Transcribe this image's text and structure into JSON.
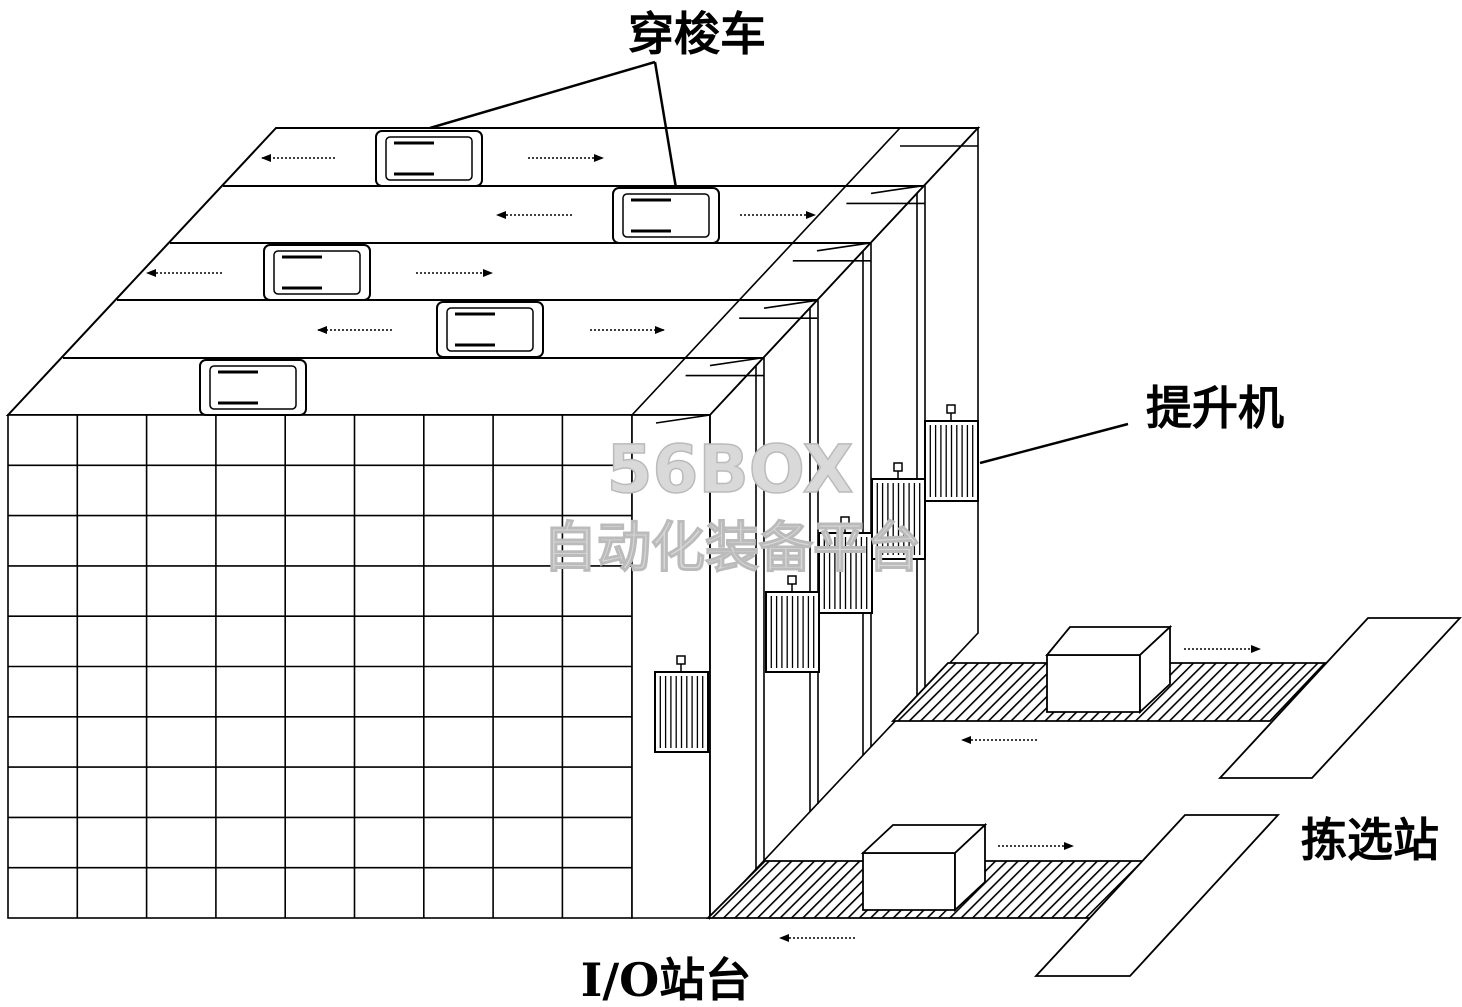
{
  "labels": {
    "shuttle": "穿梭车",
    "lift": "提升机",
    "picking_station": "拣选站",
    "io_station": "I/O站台"
  },
  "watermark": {
    "line1": "56BOX",
    "line2": "自动化装备平台"
  },
  "colors": {
    "line": "#000000",
    "background": "#ffffff",
    "watermark": "#d9d9d9"
  }
}
